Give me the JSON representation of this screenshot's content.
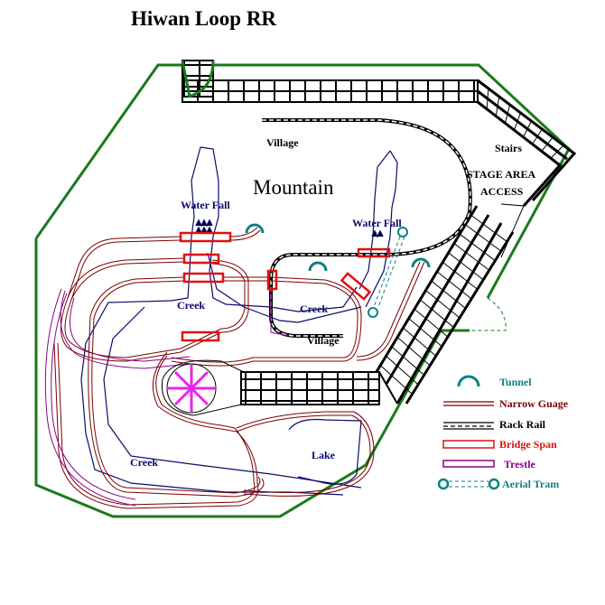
{
  "title": "Hiwan Loop RR",
  "colors": {
    "boundary": "#1a7a1a",
    "narrow_gauge": "#7a0000",
    "trestle": "#8a008a",
    "bridge_span": "#e01010",
    "rack_rail": "#000000",
    "tunnel": "#0f8080",
    "aerial_tram": "#0f8080",
    "water": "#0b0b6e",
    "turntable": "#ee22ee"
  },
  "labels": {
    "mountain": "Mountain",
    "village_top": "Village",
    "village_mid": "Village",
    "waterfall_left": "Water Fall",
    "waterfall_right": "Water Fall",
    "creek_left": "Creek",
    "creek_mid": "Creek",
    "creek_bottom": "Creek",
    "lake": "Lake",
    "stairs": "Stairs",
    "stage_area": "STAGE AREA",
    "access": "ACCESS"
  },
  "legend": [
    {
      "label": "Tunnel",
      "icon": "tunnel-icon",
      "color": "#0f8080"
    },
    {
      "label": "Narrow Guage",
      "icon": "narrow-gauge-line",
      "color": "#7a0000"
    },
    {
      "label": "Rack Rail",
      "icon": "rack-rail-line",
      "color": "#000000"
    },
    {
      "label": "Bridge Span",
      "icon": "bridge-span-rect",
      "color": "#e01010"
    },
    {
      "label": "Trestle",
      "icon": "trestle-rect",
      "color": "#8a008a"
    },
    {
      "label": "Aerial Tram",
      "icon": "aerial-tram-line",
      "color": "#0f8080"
    }
  ]
}
